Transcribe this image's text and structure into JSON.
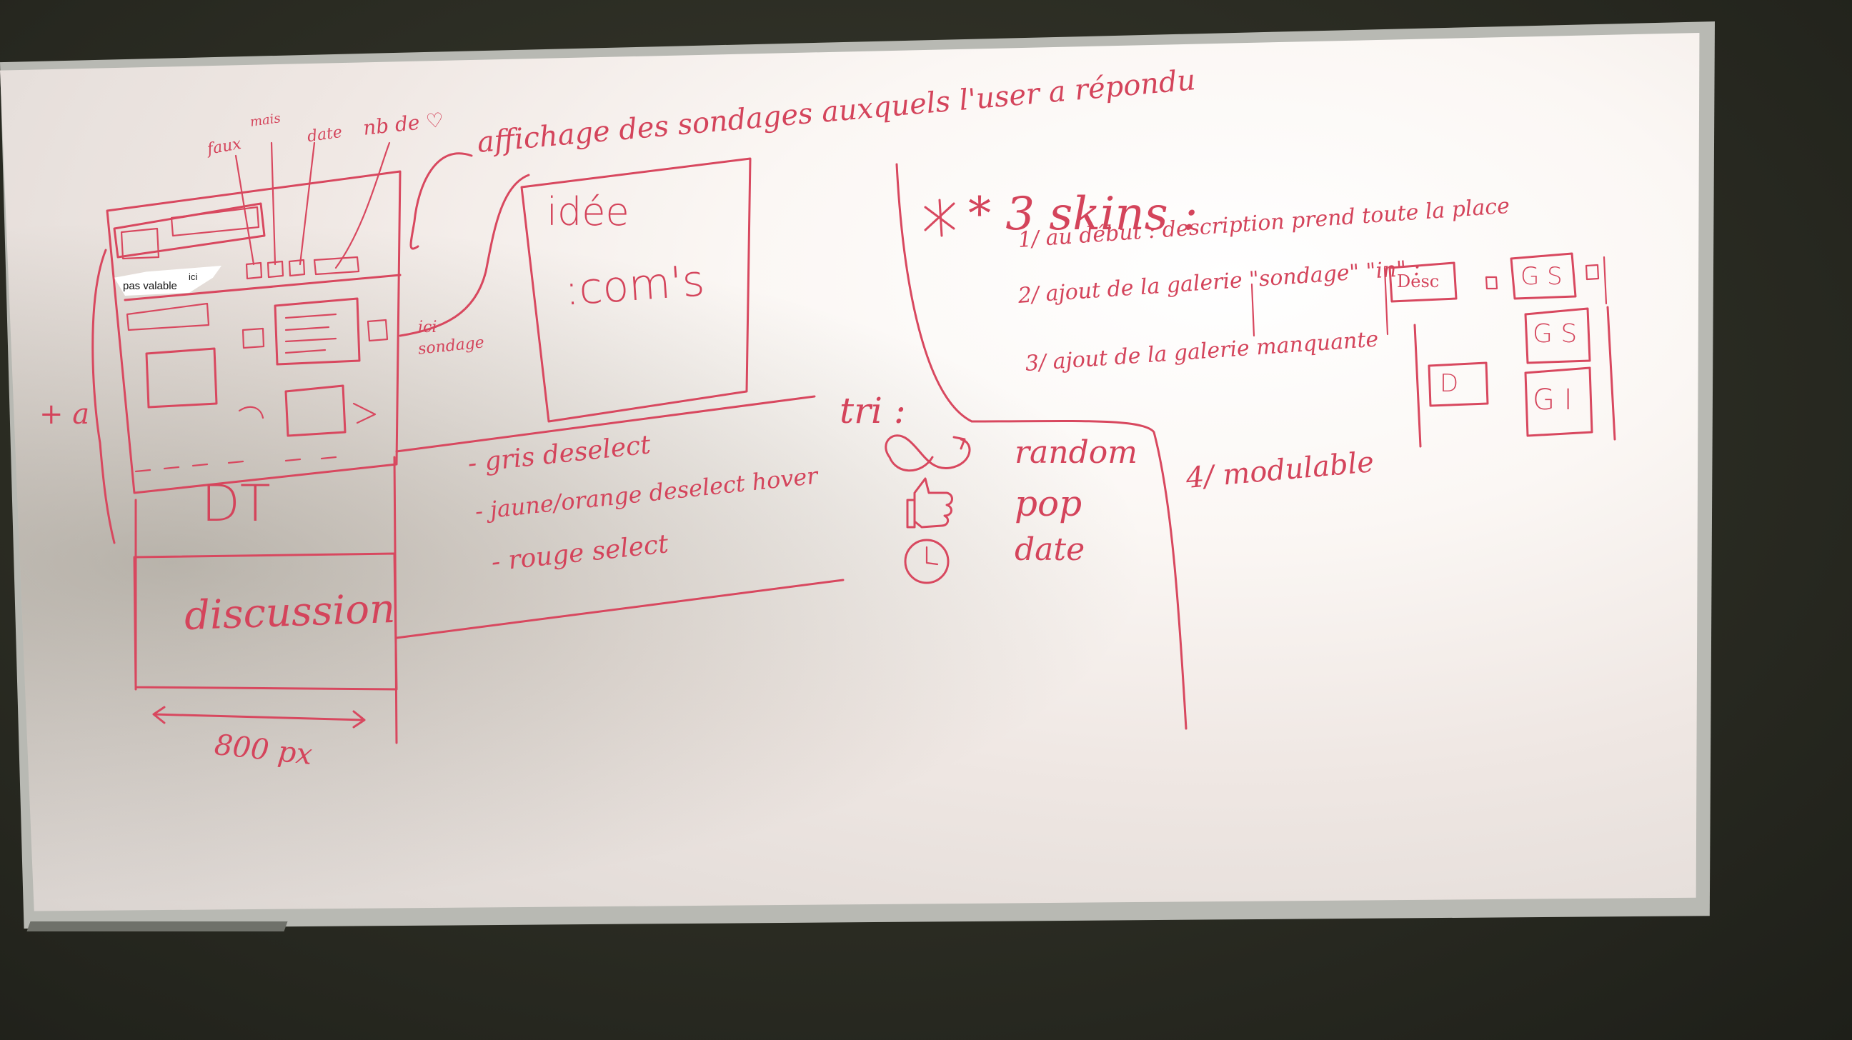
{
  "note_sticker": {
    "line1": "pas valable",
    "line2": "ici"
  },
  "top_labels": {
    "label_1": "faux",
    "label_2": "mais",
    "label_3": "date",
    "label_4": "nb de ♡"
  },
  "banner": "affichage des sondages auxquels l'user a répondu",
  "left_panel": {
    "dt": "DT",
    "discussion": "discussion",
    "width": "800 px",
    "star_mark": "+ a"
  },
  "idea_box": {
    "idee": "idée",
    "coms": ":com's",
    "ici_sondage_1": "ici",
    "ici_sondage_2": "sondage"
  },
  "colors_list": [
    "- gris deselect",
    "- jaune/orange deselect hover",
    "- rouge select"
  ],
  "tri": {
    "title": "tri :",
    "items": [
      {
        "icon": "shuffle-icon",
        "label": "random"
      },
      {
        "icon": "thumbs-up-icon",
        "label": "pop"
      },
      {
        "icon": "clock-icon",
        "label": "date"
      }
    ]
  },
  "skins": {
    "title": "* 3 skins :",
    "step1": "1/ au début : description prend toute la place",
    "step2": "2/ ajout de la galerie \"sondage\" \"in\" :",
    "step2_box": "Desc",
    "step2_gs": "G S",
    "step3": "3/ ajout de la galerie manquante",
    "step3_d": "D",
    "step3_gs": "G S",
    "step3_gi": "G I",
    "step4": "4/ modulable"
  },
  "colors": {
    "ink": "#d8485f",
    "board": "#f6f1ee",
    "wall": "#2b2c23"
  }
}
